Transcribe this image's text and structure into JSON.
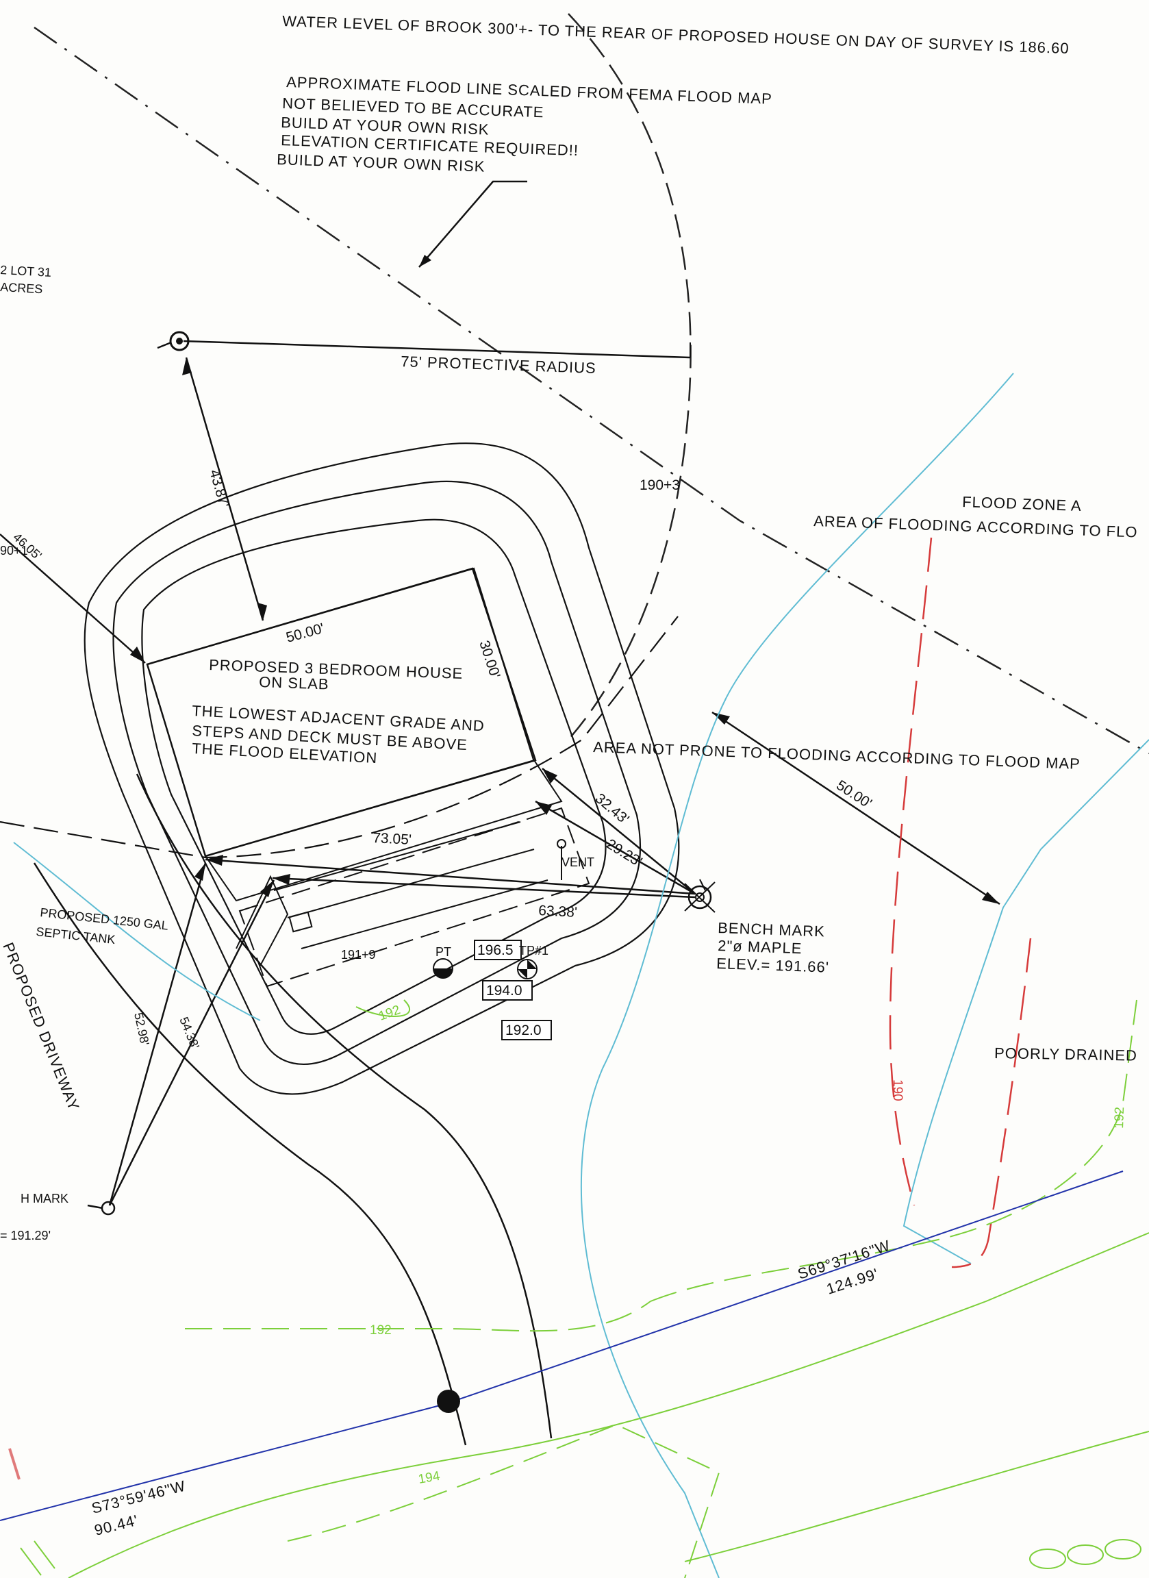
{
  "notes": {
    "water_level": "WATER LEVEL OF BROOK 300'+- TO THE REAR OF PROPOSED HOUSE ON DAY OF SURVEY IS 186.60",
    "flood_line_1": "APPROXIMATE FLOOD LINE SCALED FROM FEMA FLOOD MAP",
    "flood_line_2": "NOT BELIEVED TO BE ACCURATE",
    "flood_line_3": "BUILD AT YOUR OWN RISK",
    "flood_line_4": "ELEVATION CERTIFICATE REQUIRED!!",
    "flood_line_5": "BUILD AT YOUR OWN RISK",
    "lot_1": "2 LOT 31",
    "lot_2": "ACRES",
    "protective_radius": "75' PROTECTIVE RADIUS",
    "house_1": "PROPOSED 3 BEDROOM HOUSE",
    "house_2": "ON SLAB",
    "grade_1": "THE LOWEST ADJACENT GRADE AND",
    "grade_2": "STEPS AND DECK MUST BE ABOVE",
    "grade_3": "THE FLOOD ELEVATION",
    "flood_zone_1": "FLOOD ZONE A",
    "flood_zone_2": "AREA OF FLOODING ACCORDING TO FLO",
    "not_prone": "AREA NOT PRONE TO FLOODING ACCORDING TO FLOOD MAP",
    "septic_1": "PROPOSED 1250 GAL",
    "septic_2": "SEPTIC TANK",
    "driveway": "PROPOSED DRIVEWAY",
    "vent": "VENT",
    "bench_1": "BENCH MARK",
    "bench_2": "2\"ø MAPLE",
    "bench_3": "ELEV.= 191.66'",
    "left_bench_1": "H MARK",
    "left_bench_2": "= 191.29'",
    "poorly_drained": "POORLY DRAINED",
    "pt_label": "PT",
    "tp_label": "TP#1"
  },
  "dims": {
    "d4387": "43.87'",
    "d4605": "46.05'",
    "d90": "90+1",
    "d5000a": "50.00'",
    "d3000": "30.00'",
    "d3243": "32.43'",
    "d2923": "29.23'",
    "d7305": "73.05'",
    "d6338": "63.38'",
    "d5000b": "50.00'",
    "d5298": "52.98'",
    "d5438": "54.38'",
    "s1903": "190+3",
    "s1919": "191+9"
  },
  "grades": {
    "g1965": "196.5",
    "g1940": "194.0",
    "g1920": "192.0"
  },
  "contours": {
    "c192a": "192",
    "c192b": "192",
    "c192c": "192",
    "c194": "194",
    "c190": "190"
  },
  "bearings": {
    "b1_bearing": "S69°37'16\"W",
    "b1_dist": "124.99'",
    "b2_bearing": "S73°59'46\"W",
    "b2_dist": "90.44'"
  },
  "colors": {
    "linework": "#1a1a1a",
    "brook": "#5fbcd3",
    "contour": "#7ccf3a",
    "flood_red": "#d63b3b",
    "property_line": "#2233aa"
  }
}
